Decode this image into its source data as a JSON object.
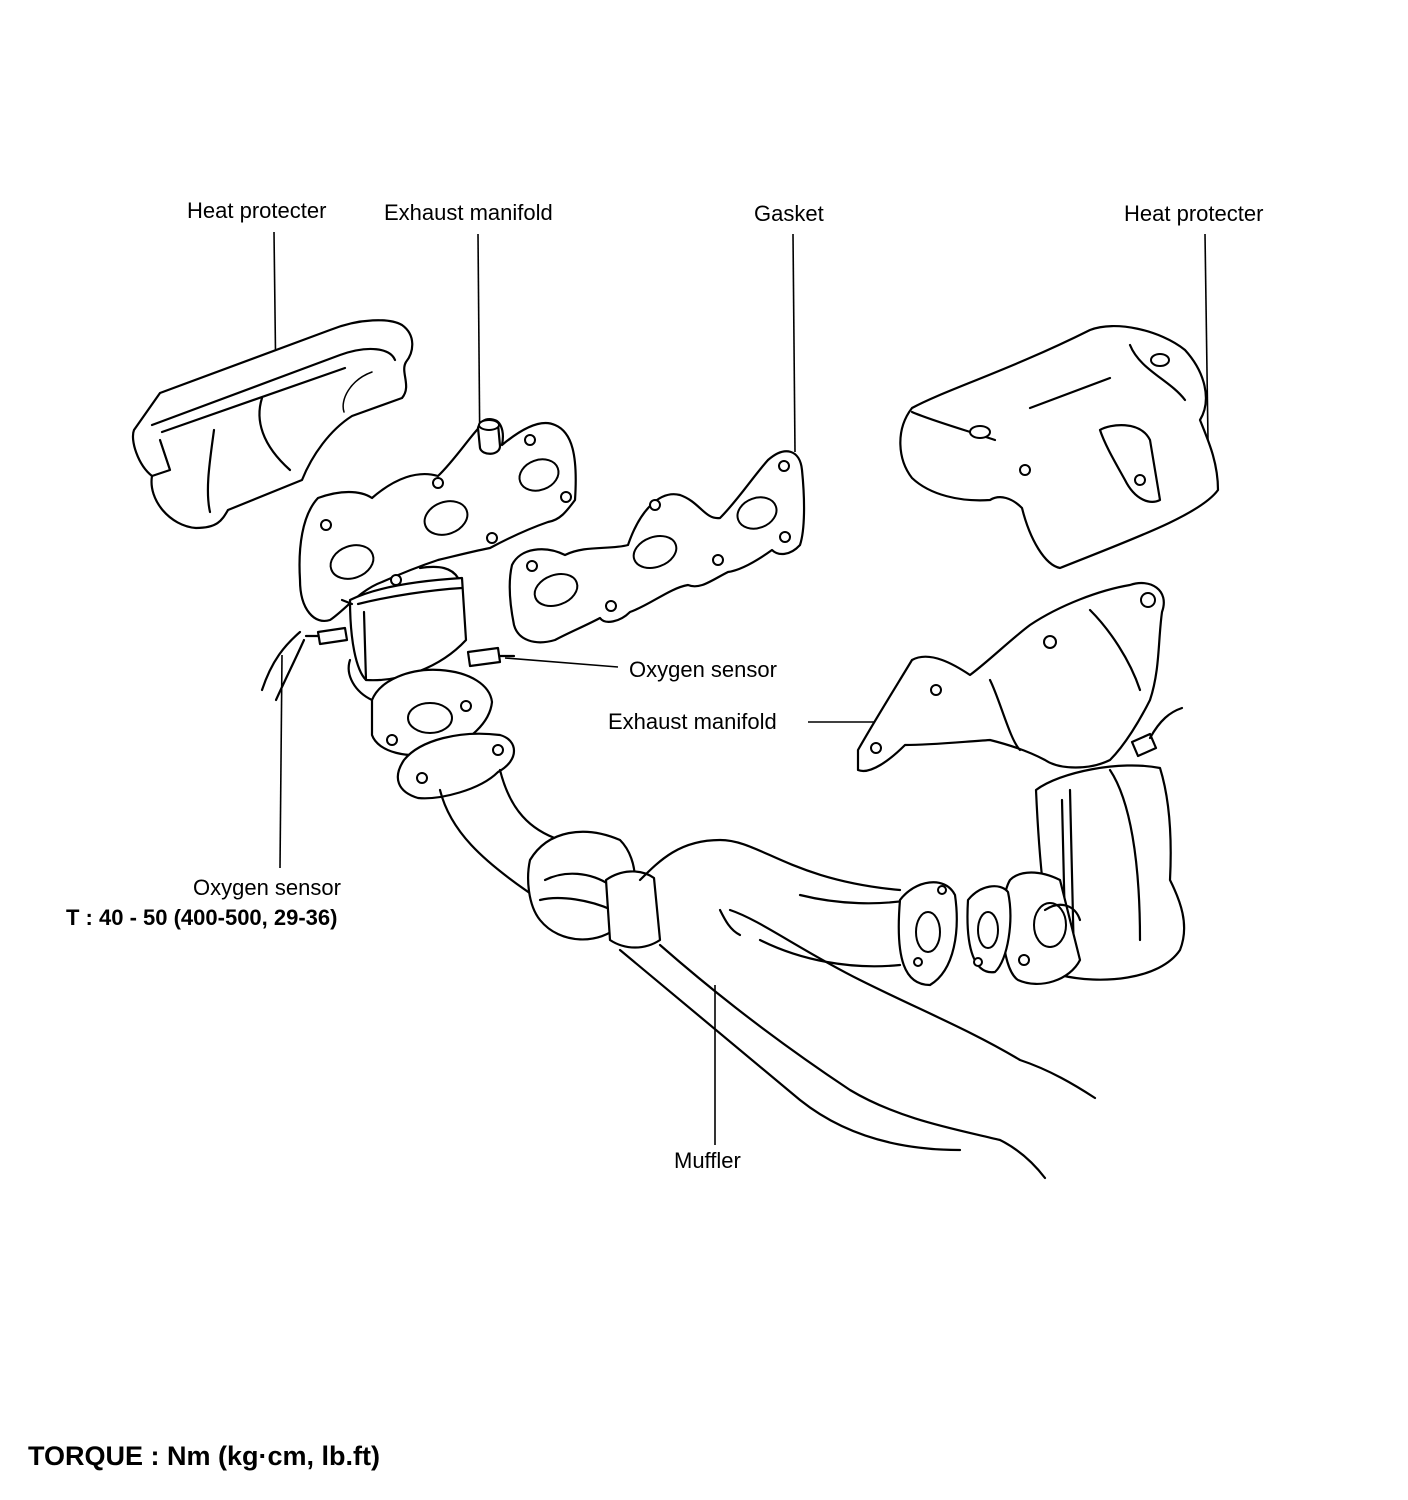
{
  "labels": {
    "heat_protector_left": "Heat protecter",
    "exhaust_manifold_top": "Exhaust manifold",
    "gasket": "Gasket",
    "heat_protector_right": "Heat protecter",
    "oxygen_sensor_front": "Oxygen sensor",
    "exhaust_manifold_rear": "Exhaust manifold",
    "oxygen_sensor_left": "Oxygen sensor",
    "oxygen_sensor_torque": "T : 40 - 50 (400-500, 29-36)",
    "muffler": "Muffler"
  },
  "footer": {
    "torque_units": "TORQUE : Nm (kg·cm, lb.ft)"
  },
  "colors": {
    "line": "#000000",
    "background": "#ffffff"
  }
}
